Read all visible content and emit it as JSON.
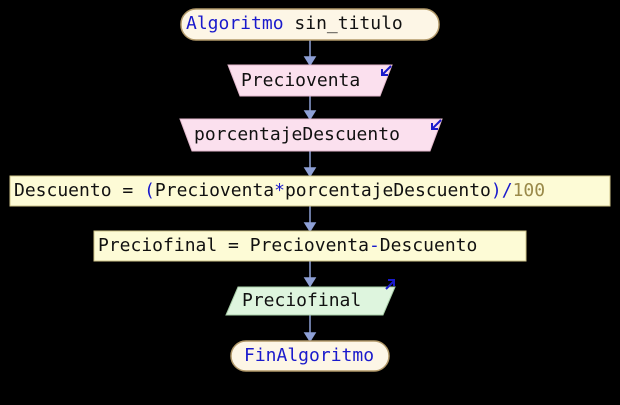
{
  "flowchart": {
    "start": {
      "keyword": "Algoritmo",
      "name": "sin_titulo"
    },
    "read_1": {
      "var": "Precioventa"
    },
    "read_2": {
      "var": "porcentajeDescuento"
    },
    "assign_1": {
      "target": "Descuento",
      "eq": " = ",
      "lparen": "(",
      "a": "Precioventa",
      "mul": "*",
      "b": "porcentajeDescuento",
      "rparen": ")",
      "div": "/",
      "num": "100"
    },
    "assign_2": {
      "target": "Preciofinal",
      "eq": " = ",
      "a": "Precioventa",
      "minus": "-",
      "b": "Descuento"
    },
    "write_1": {
      "var": "Preciofinal"
    },
    "end": {
      "keyword": "FinAlgoritmo"
    }
  },
  "colors": {
    "background": "#000000",
    "terminal_fill": "#fdf6e6",
    "terminal_stroke": "#b39a6a",
    "input_fill": "#fbe0ee",
    "assign_fill": "#fdfbd6",
    "assign_stroke": "#cfc58a",
    "output_fill": "#def5de",
    "connector": "#8ea0d6",
    "keyword": "#1a1acc",
    "number": "#9a8a4a"
  }
}
